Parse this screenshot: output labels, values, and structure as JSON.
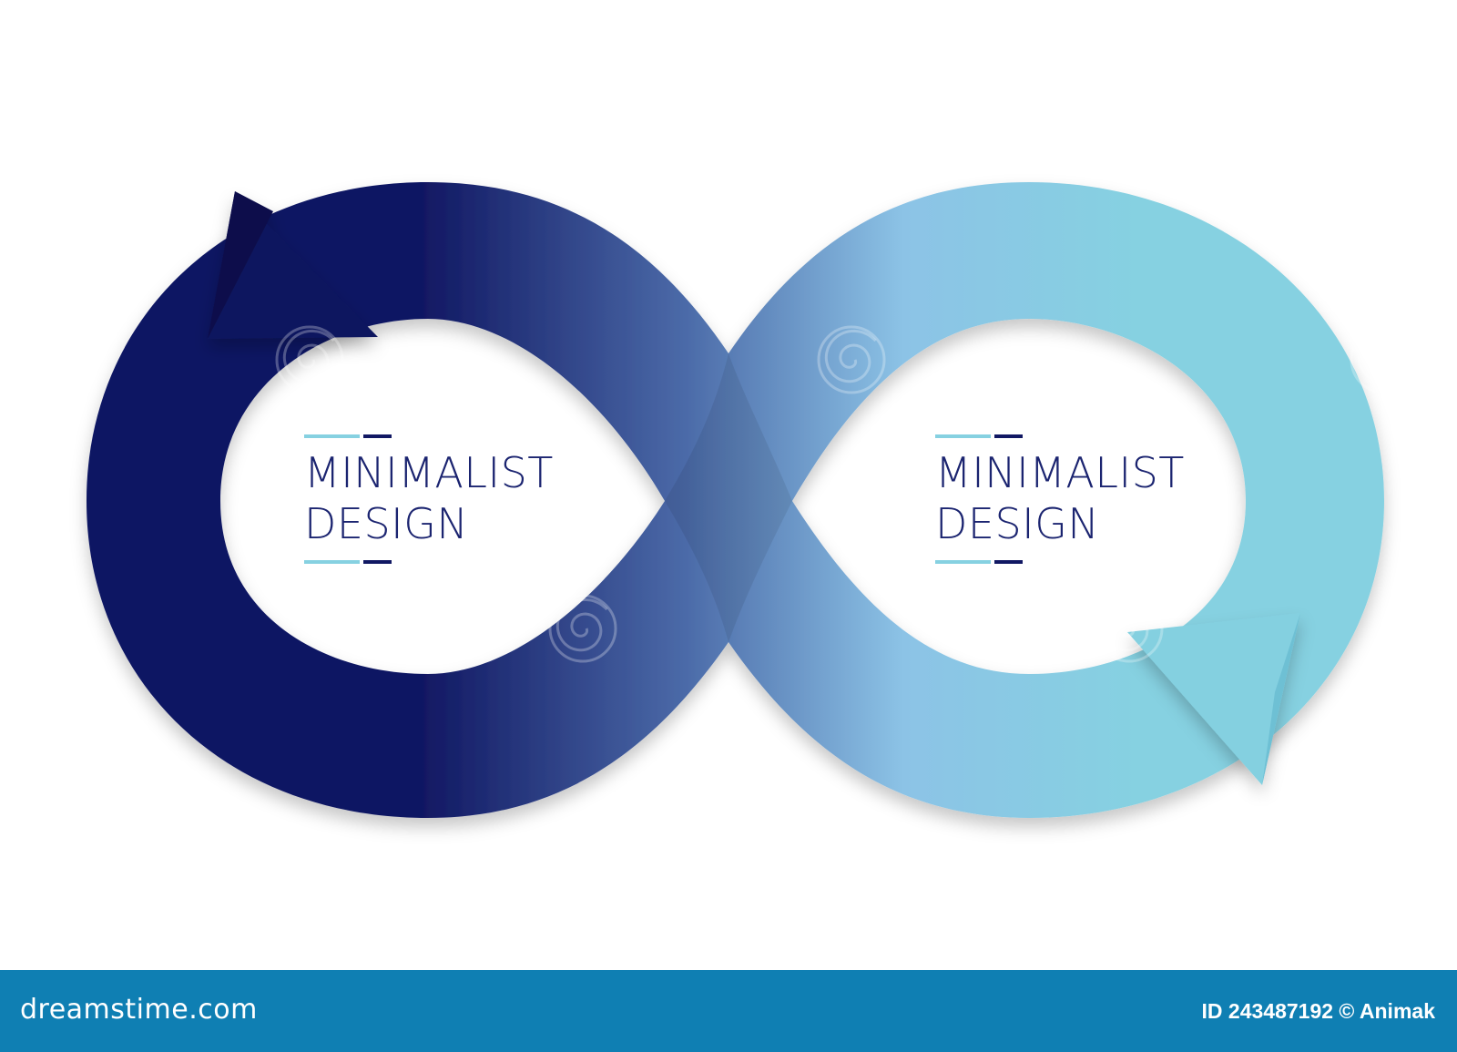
{
  "colors": {
    "dark_blue": "#111863",
    "mid_blue": "#4b6aa8",
    "light_blue": "#8cc3e6",
    "cyan": "#86d1e1",
    "footer_bg": "#0f7fb3",
    "text": "#1b2470"
  },
  "infographic": {
    "left_label": {
      "line1": "MINIMALIST",
      "line2": "DESIGN"
    },
    "right_label": {
      "line1": "MINIMALIST",
      "line2": "DESIGN"
    },
    "left_arrow_icon": "arrow-head-icon",
    "right_arrow_icon": "arrow-head-icon"
  },
  "watermark": {
    "text": "dreamstime",
    "logo_icon": "spiral-logo-icon"
  },
  "footer": {
    "brand": "dreamstime.com",
    "credit": "ID 243487192 © Animak"
  }
}
